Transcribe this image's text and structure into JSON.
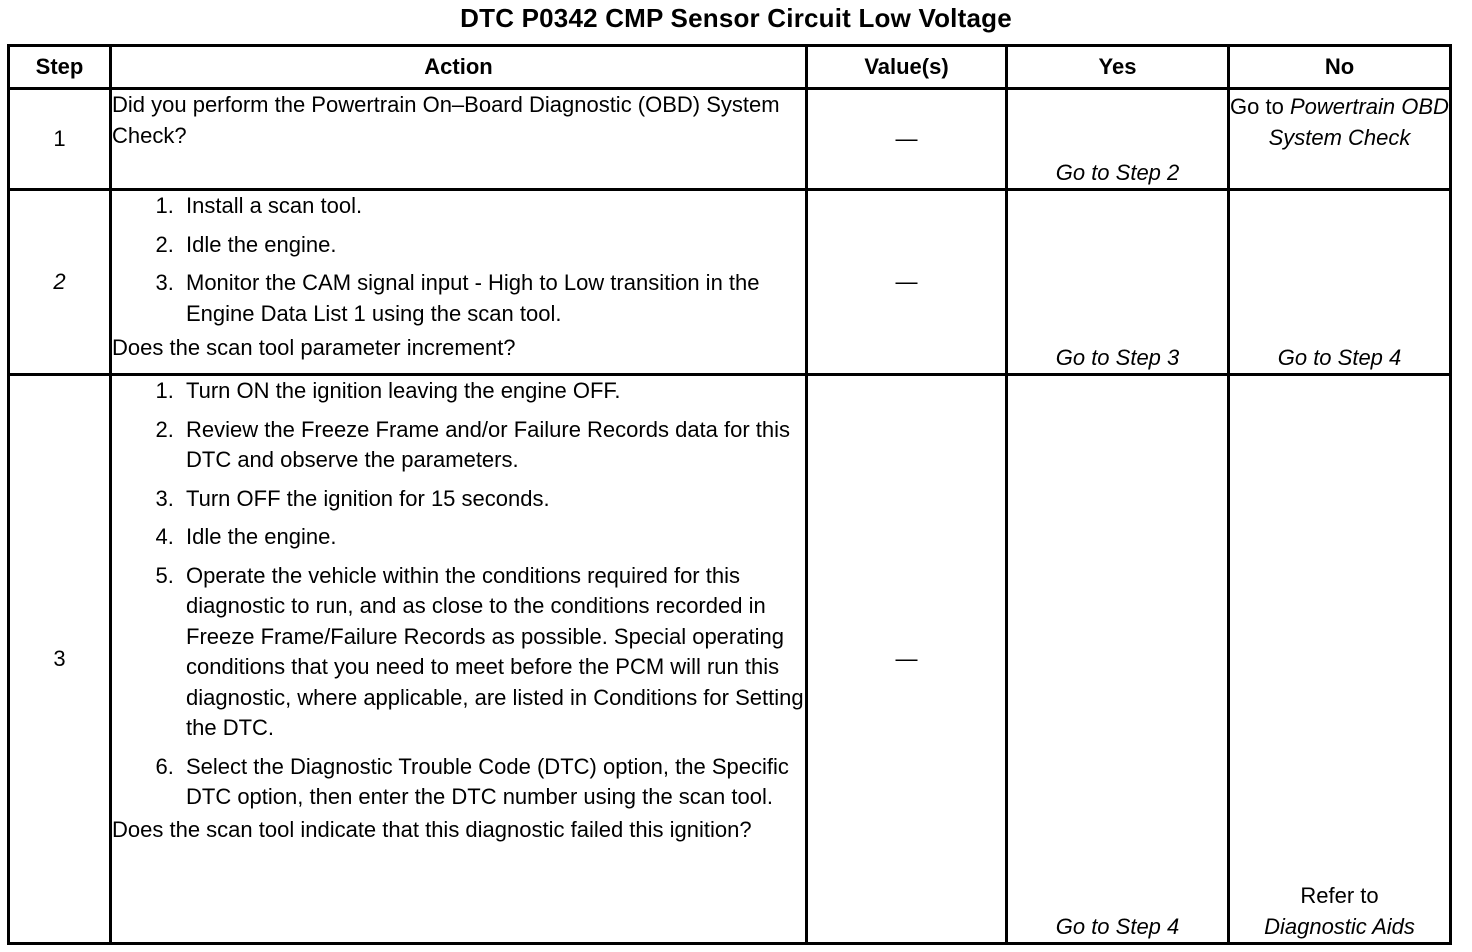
{
  "title": "DTC P0342 CMP Sensor Circuit Low Voltage",
  "headers": {
    "step": "Step",
    "action": "Action",
    "values": "Value(s)",
    "yes": "Yes",
    "no": "No"
  },
  "rows": [
    {
      "step": "1",
      "action_text": "Did you perform the Powertrain On–Board Diagnostic (OBD) System Check?",
      "value": "—",
      "yes": "Go to Step 2",
      "no_prefix": "Go to",
      "no_link": "Powertrain OBD System Check"
    },
    {
      "step": "2",
      "items": [
        "Install a scan tool.",
        "Idle the engine.",
        "Monitor the CAM signal input - High to Low transition in the Engine Data List 1 using the scan tool."
      ],
      "question": "Does the scan tool parameter increment?",
      "value": "—",
      "yes": "Go to Step 3",
      "no": "Go to Step 4"
    },
    {
      "step": "3",
      "items": [
        "Turn ON the ignition leaving the engine OFF.",
        "Review the Freeze Frame and/or Failure Records data for this DTC and observe the parameters.",
        "Turn OFF the ignition for 15 seconds.",
        "Idle the engine.",
        "Operate the vehicle within the conditions required for this diagnostic to run, and as close to the conditions recorded in Freeze Frame/Failure Records as possible. Special operating conditions that you need to meet before the PCM will run this diagnostic, where applicable, are listed in Conditions for Setting the DTC.",
        "Select the Diagnostic Trouble Code (DTC) option, the Specific DTC option, then enter the DTC number using the scan tool."
      ],
      "question": "Does the scan tool indicate that this diagnostic failed this ignition?",
      "value": "—",
      "yes": "Go to Step 4",
      "no_prefix": "Refer to",
      "no_link": "Diagnostic Aids"
    }
  ]
}
